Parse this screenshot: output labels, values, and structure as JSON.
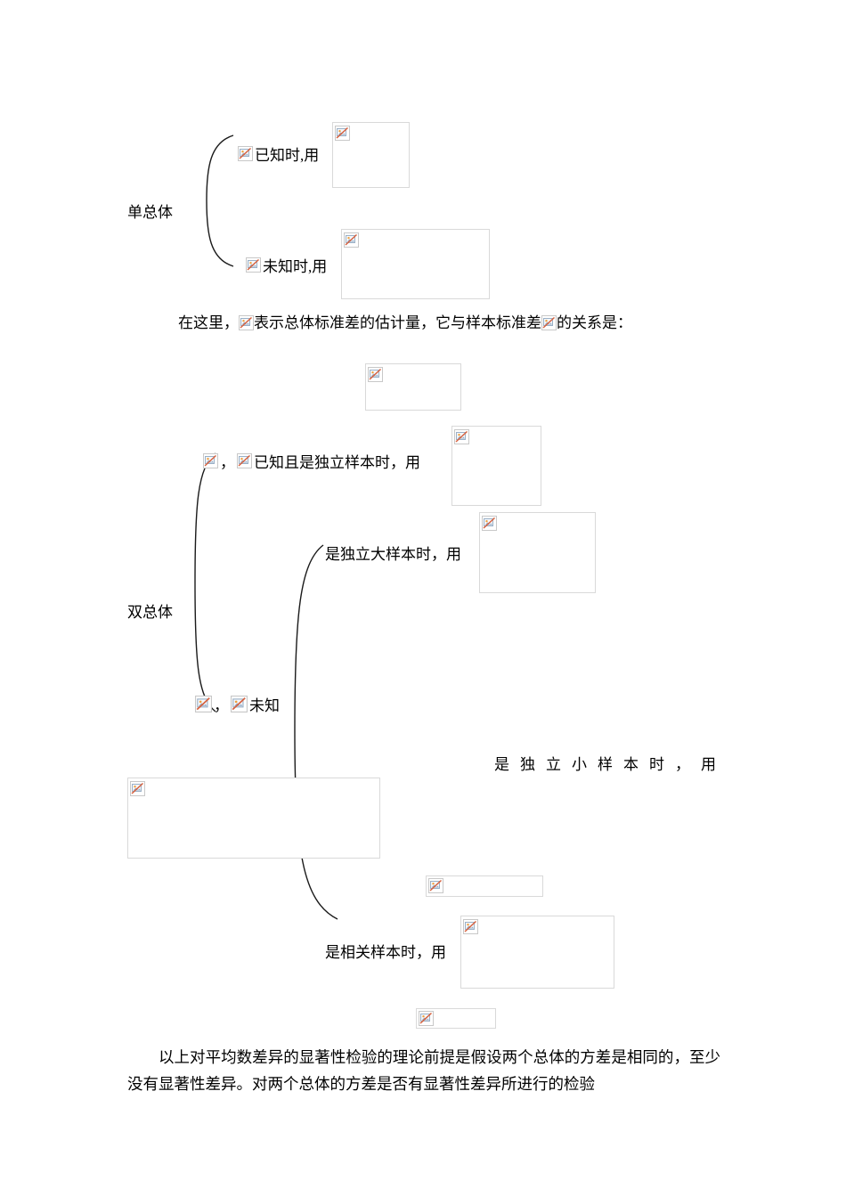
{
  "document": {
    "single_population": {
      "label": "单总体",
      "branch_known": "已知时,用",
      "branch_unknown": "未知时,用"
    },
    "sentence": {
      "part1": "在这里，",
      "part2": "表示总体标准差的估计量，它与样本标准差",
      "part3": "的关系是："
    },
    "double_population": {
      "label": "双总体",
      "separator_comma": "，",
      "branch_known_independent": "已知且是独立样本时，用",
      "branch_large_independent": "是独立大样本时，用",
      "branch_unknown": "未知",
      "branch_small_independent": "是独立小样本时，用",
      "branch_correlated": "是相关样本时，用"
    },
    "footer_paragraph": "以上对平均数差异的显著性检验的理论前提是假设两个总体的方差是相同的，至少没有显著性差异。对两个总体的方差是否有显著性差异所进行的检验"
  },
  "icons": {
    "missing_image": "missing-image-placeholder"
  }
}
